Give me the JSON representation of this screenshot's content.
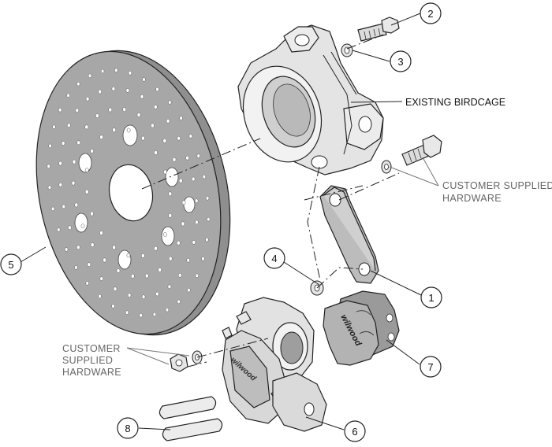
{
  "callouts": {
    "c1": "1",
    "c2": "2",
    "c3": "3",
    "c4": "4",
    "c5": "5",
    "c6": "6",
    "c7": "7",
    "c8": "8"
  },
  "labels": {
    "existing_birdcage": "EXISTING BIRDCAGE",
    "customer_supplied_hardware_right": [
      "CUSTOMER SUPPLIED",
      "HARDWARE"
    ],
    "customer_supplied_hardware_left": [
      "CUSTOMER",
      "SUPPLIED",
      "HARDWARE"
    ]
  },
  "branding": {
    "caliper_logo": "wilwood",
    "pad_logo": "wilwood"
  },
  "colors": {
    "line": "#222222",
    "rotor_fill": "#a7a7a7",
    "part_fill": "#e6e6e6",
    "pad_fill": "#9a9a9a",
    "gray_label": "#666666"
  }
}
